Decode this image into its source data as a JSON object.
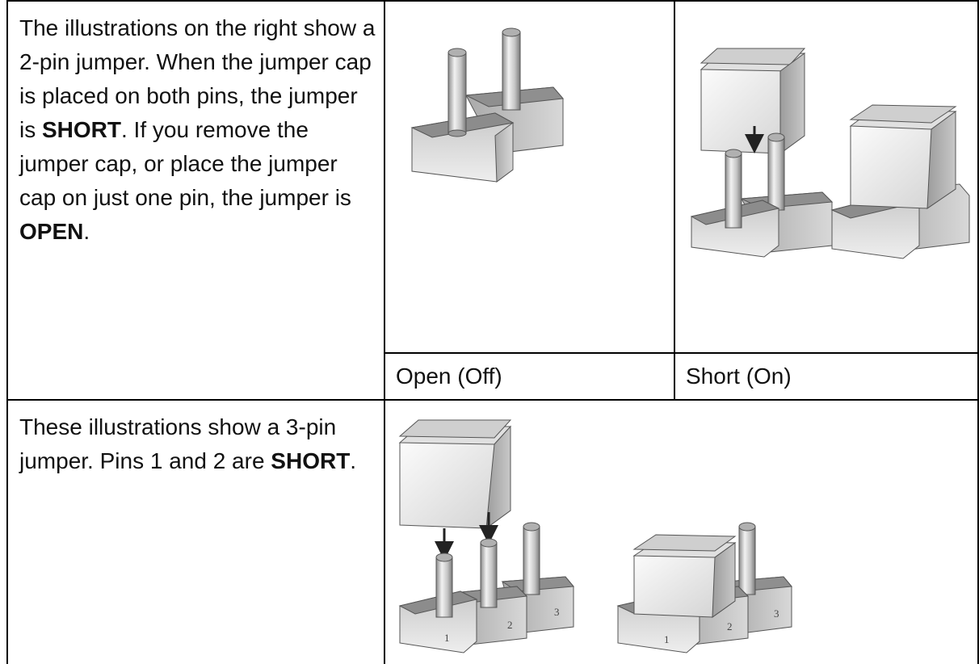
{
  "row1": {
    "paragraph": {
      "part1": "The illustrations on the right show a 2-pin jumper. When the jumper cap is placed on both pins, the jumper is ",
      "bold1": "SHORT",
      "part2": ". If you remove the jumper cap, or place the jumper cap on just one pin, the jumper is ",
      "bold2": "OPEN",
      "part3": "."
    },
    "open_caption": "Open (Off)",
    "short_caption": "Short (On)"
  },
  "row2": {
    "paragraph": {
      "part1": "These illustrations show a 3-pin jumper. Pins 1 and 2 are ",
      "bold1": "SHORT",
      "part2": "."
    },
    "pin_labels": [
      "1",
      "2",
      "3"
    ]
  }
}
